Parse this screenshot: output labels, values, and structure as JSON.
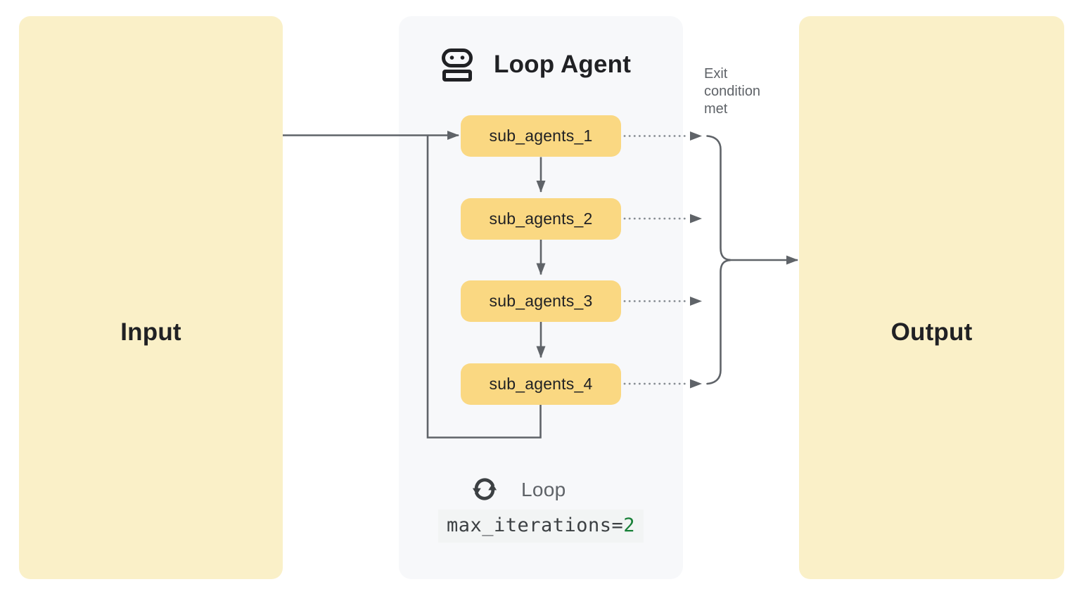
{
  "colors": {
    "io_box_bg": "#FAF0C8",
    "panel_bg": "#F7F8FA",
    "agent_box_bg": "#FAD882",
    "connector_line": "#5F6368",
    "dotted_line": "#878D93",
    "dark_text": "#202124",
    "gray_text": "#5F6368",
    "code_bg": "#F2F4F4",
    "code_text": "#3C4043",
    "code_value_green": "#188038"
  },
  "input_box": {
    "label": "Input"
  },
  "output_box": {
    "label": "Output"
  },
  "loop_agent": {
    "title": "Loop Agent",
    "sub_agents": [
      "sub_agents_1",
      "sub_agents_2",
      "sub_agents_3",
      "sub_agents_4"
    ],
    "loop_label": "Loop",
    "max_iterations": {
      "code_text": "max_iterations=",
      "value": "2"
    }
  },
  "annotations": {
    "exit_condition": "Exit condition met"
  }
}
